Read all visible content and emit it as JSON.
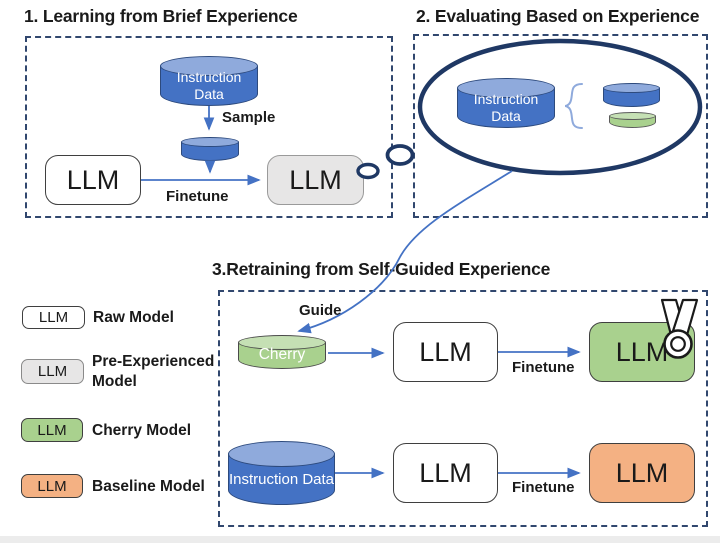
{
  "colors": {
    "cylinder_blue": "#4472C4",
    "cylinder_blue_cap": "#8FAADC",
    "green_fill": "#A9D18E",
    "green_cap": "#C5E0B4",
    "gray_fill": "#E7E6E6",
    "orange_fill": "#F4B183",
    "navy_outline": "#1F3864",
    "arrow_blue": "#4472C4",
    "dashed_border": "#31476e"
  },
  "icons": {
    "medal": "medal-award-icon",
    "thought_bubbles": "thought-bubble-icon",
    "brace": "curly-brace-icon"
  },
  "section1": {
    "title": "1. Learning from Brief Experience",
    "instruction_cylinder": "Instruction Data",
    "sample_label": "Sample",
    "raw_llm": "LLM",
    "finetune_label": "Finetune",
    "pre_experienced_llm": "LLM"
  },
  "section2": {
    "title": "2. Evaluating Based on Experience",
    "instruction_cylinder": "Instruction Data"
  },
  "section3": {
    "title": "3.Retraining from Self-Guided Experience",
    "guide_label": "Guide",
    "cherry_cylinder": "Cherry",
    "top_row": {
      "llm": "LLM",
      "finetune_label": "Finetune",
      "result_llm": "LLM"
    },
    "bottom_row": {
      "instruction_cylinder": "Instruction Data",
      "llm": "LLM",
      "finetune_label": "Finetune",
      "result_llm": "LLM"
    }
  },
  "legend": {
    "items": [
      {
        "box": "LLM",
        "label": "Raw Model"
      },
      {
        "box": "LLM",
        "label": "Pre-Experienced Model"
      },
      {
        "box": "LLM",
        "label": "Cherry Model"
      },
      {
        "box": "LLM",
        "label": "Baseline Model"
      }
    ]
  }
}
